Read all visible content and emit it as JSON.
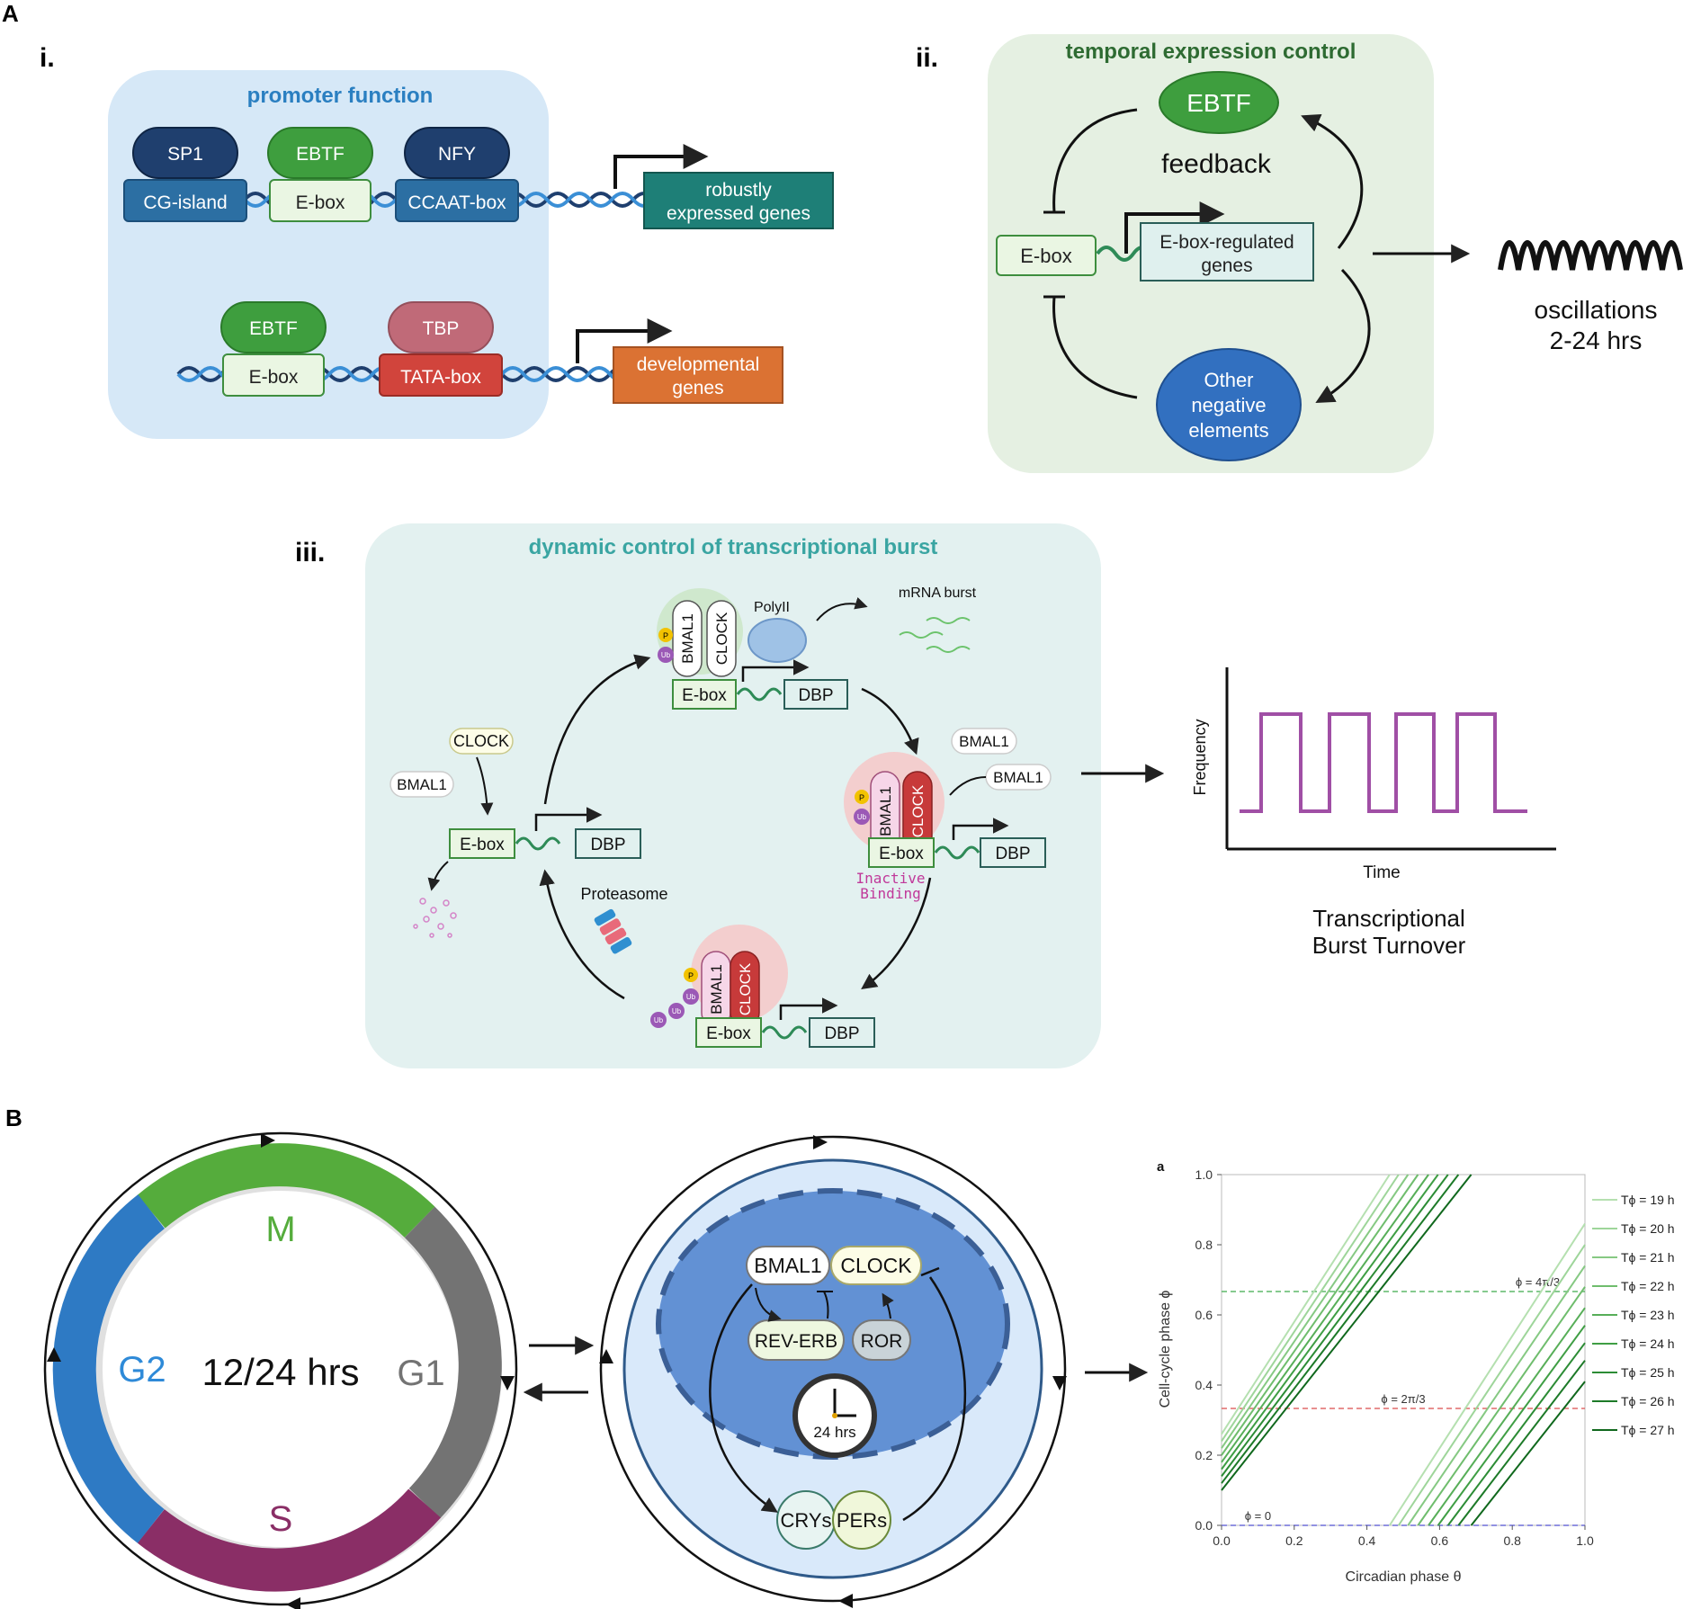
{
  "panelA": {
    "letter": "A",
    "i": {
      "num": "i.",
      "title": "promoter function",
      "row1": {
        "sp1": "SP1",
        "ebtf": "EBTF",
        "nfy": "NFY",
        "cg": "CG-island",
        "ebox": "E-box",
        "ccaat": "CCAAT-box",
        "gene_l1": "robustly",
        "gene_l2": "expressed genes"
      },
      "row2": {
        "ebtf": "EBTF",
        "tbp": "TBP",
        "ebox": "E-box",
        "tata": "TATA-box",
        "gene_l1": "developmental",
        "gene_l2": "genes"
      }
    },
    "ii": {
      "num": "ii.",
      "title": "temporal expression control",
      "ebtf": "EBTF",
      "feedback": "feedback",
      "ebox": "E-box",
      "reg_l1": "E-box-regulated",
      "reg_l2": "genes",
      "neg_l1": "Other",
      "neg_l2": "negative",
      "neg_l3": "elements",
      "osc_l1": "oscillations",
      "osc_l2": "2-24 hrs"
    },
    "iii": {
      "num": "iii.",
      "title": "dynamic control of transcriptional burst",
      "bmal1": "BMAL1",
      "clock": "CLOCK",
      "ebox": "E-box",
      "dbp": "DBP",
      "polII": "PolyII",
      "mrna": "mRNA burst",
      "inactive_l1": "Inactive",
      "inactive_l2": "Binding",
      "proteasome": "Proteasome",
      "p": "P",
      "ub": "Ub",
      "freq": "Frequency",
      "time": "Time",
      "burst_l1": "Transcriptional",
      "burst_l2": "Burst Turnover"
    }
  },
  "panelB": {
    "letter": "B",
    "cycle": {
      "m": "M",
      "g1": "G1",
      "s": "S",
      "g2": "G2",
      "center": "12/24 hrs"
    },
    "clock": {
      "bmal1": "BMAL1",
      "clock": "CLOCK",
      "reverb": "REV-ERB",
      "ror": "ROR",
      "hours": "24 hrs",
      "crys": "CRYs",
      "pers": "PERs"
    }
  },
  "chart_data": {
    "type": "line",
    "panel_label": "a",
    "xlabel": "Circadian phase θ",
    "ylabel": "Cell-cycle phase ϕ",
    "xlim": [
      0,
      1
    ],
    "ylim": [
      0,
      1
    ],
    "xticks": [
      "0.0",
      "0.2",
      "0.4",
      "0.6",
      "0.8",
      "1.0"
    ],
    "yticks": [
      "0.0",
      "0.2",
      "0.4",
      "0.6",
      "0.8",
      "1.0"
    ],
    "legend_position": "right",
    "series": [
      {
        "name": "Tϕ = 19 h",
        "T": 19,
        "intercept": 0.26,
        "slope": 1.6,
        "color": "#b5e0b0"
      },
      {
        "name": "Tϕ = 20 h",
        "T": 20,
        "intercept": 0.24,
        "slope": 1.56,
        "color": "#9ed59a"
      },
      {
        "name": "Tϕ = 21 h",
        "T": 21,
        "intercept": 0.22,
        "slope": 1.52,
        "color": "#86c983"
      },
      {
        "name": "Tϕ = 22 h",
        "T": 22,
        "intercept": 0.2,
        "slope": 1.48,
        "color": "#6fbd6d"
      },
      {
        "name": "Tϕ = 23 h",
        "T": 23,
        "intercept": 0.18,
        "slope": 1.44,
        "color": "#57ae58"
      },
      {
        "name": "Tϕ = 24 h",
        "T": 24,
        "intercept": 0.16,
        "slope": 1.41,
        "color": "#3f9e44"
      },
      {
        "name": "Tϕ = 25 h",
        "T": 25,
        "intercept": 0.14,
        "slope": 1.38,
        "color": "#2c8c35"
      },
      {
        "name": "Tϕ = 26 h",
        "T": 26,
        "intercept": 0.12,
        "slope": 1.35,
        "color": "#1d7a28"
      },
      {
        "name": "Tϕ = 27 h",
        "T": 27,
        "intercept": 0.1,
        "slope": 1.31,
        "color": "#10681d"
      }
    ],
    "hlines": [
      {
        "y": 0.6667,
        "label": "ϕ = 4π/3",
        "color": "#5fb86a"
      },
      {
        "y": 0.3333,
        "label": "ϕ = 2π/3",
        "color": "#e06a6a"
      },
      {
        "y": 0.0,
        "label": "ϕ = 0",
        "color": "#6f6fd8"
      }
    ]
  },
  "colors": {
    "cg": "#2c6fa3",
    "ebox": "#eaf6e3",
    "nfy": "#1f3f6e",
    "ebtf": "#3e9e3e",
    "tbp": "#c06a78",
    "tata": "#d1443c",
    "gene_robust": "#1e7f77",
    "gene_dev": "#db7233",
    "burst": "#a04fa5"
  }
}
